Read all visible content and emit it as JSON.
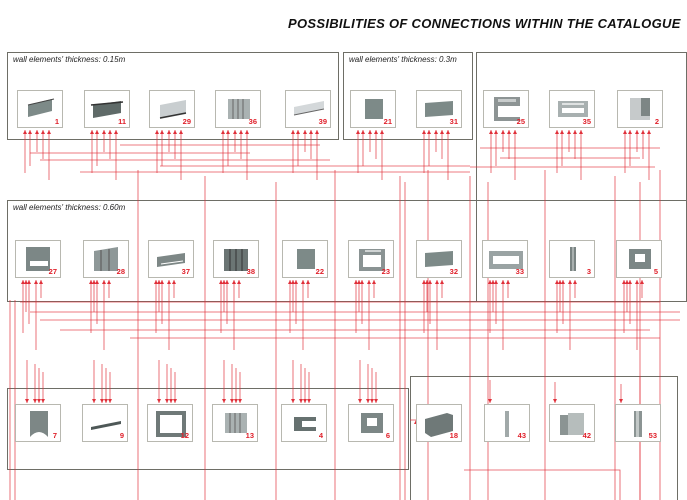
{
  "title": "POSSIBILITIES OF CONNECTIONS WITHIN THE CATALOGUE",
  "colors": {
    "wire": "#e0303a",
    "frame": "#6e6e66",
    "label": "#e0202a",
    "element": "#7d8a88"
  },
  "groups": [
    {
      "id": "g015",
      "label": "wall elements' thickness:  0.15m",
      "elements": [
        "1",
        "11",
        "29",
        "36",
        "39"
      ]
    },
    {
      "id": "g03",
      "label": "wall elements' thickness:  0.3m",
      "elements": [
        "21",
        "31"
      ]
    },
    {
      "id": "gopen",
      "label": "",
      "elements": [
        "25",
        "35",
        "2"
      ]
    },
    {
      "id": "g060",
      "label": "wall elements' thickness:  0.60m",
      "elements": [
        "27",
        "28",
        "37",
        "38",
        "22",
        "23",
        "32",
        "33",
        "3",
        "5"
      ]
    },
    {
      "id": "gbottomleft",
      "label": "",
      "elements": [
        "7",
        "9",
        "12",
        "13",
        "4",
        "6"
      ]
    },
    {
      "id": "gbottomright",
      "label": "",
      "elements": [
        "18",
        "43",
        "42",
        "53"
      ]
    }
  ],
  "elements": [
    {
      "num": "1",
      "shape": "plank-ledge"
    },
    {
      "num": "11",
      "shape": "plank-ledge-dark"
    },
    {
      "num": "29",
      "shape": "panel-light-strip"
    },
    {
      "num": "36",
      "shape": "ribbed-panel"
    },
    {
      "num": "39",
      "shape": "panel-light-thin"
    },
    {
      "num": "21",
      "shape": "block"
    },
    {
      "num": "31",
      "shape": "block-wide"
    },
    {
      "num": "25",
      "shape": "c-frame"
    },
    {
      "num": "35",
      "shape": "slotted-frame"
    },
    {
      "num": "2",
      "shape": "l-panel"
    },
    {
      "num": "27",
      "shape": "window-panel"
    },
    {
      "num": "28",
      "shape": "ribbed-tall"
    },
    {
      "num": "37",
      "shape": "low-slotted"
    },
    {
      "num": "38",
      "shape": "ribbed-dark"
    },
    {
      "num": "22",
      "shape": "block"
    },
    {
      "num": "23",
      "shape": "window-frame"
    },
    {
      "num": "32",
      "shape": "block-wide"
    },
    {
      "num": "33",
      "shape": "wide-window"
    },
    {
      "num": "3",
      "shape": "column"
    },
    {
      "num": "5",
      "shape": "square-window"
    },
    {
      "num": "7",
      "shape": "arch-column"
    },
    {
      "num": "9",
      "shape": "beam"
    },
    {
      "num": "12",
      "shape": "open-frame"
    },
    {
      "num": "13",
      "shape": "ribbed-panel"
    },
    {
      "num": "4",
      "shape": "c-block"
    },
    {
      "num": "6",
      "shape": "square-window"
    },
    {
      "num": "18",
      "shape": "corner-panel"
    },
    {
      "num": "43",
      "shape": "thin-post"
    },
    {
      "num": "42",
      "shape": "double-panel"
    },
    {
      "num": "53",
      "shape": "post"
    }
  ]
}
